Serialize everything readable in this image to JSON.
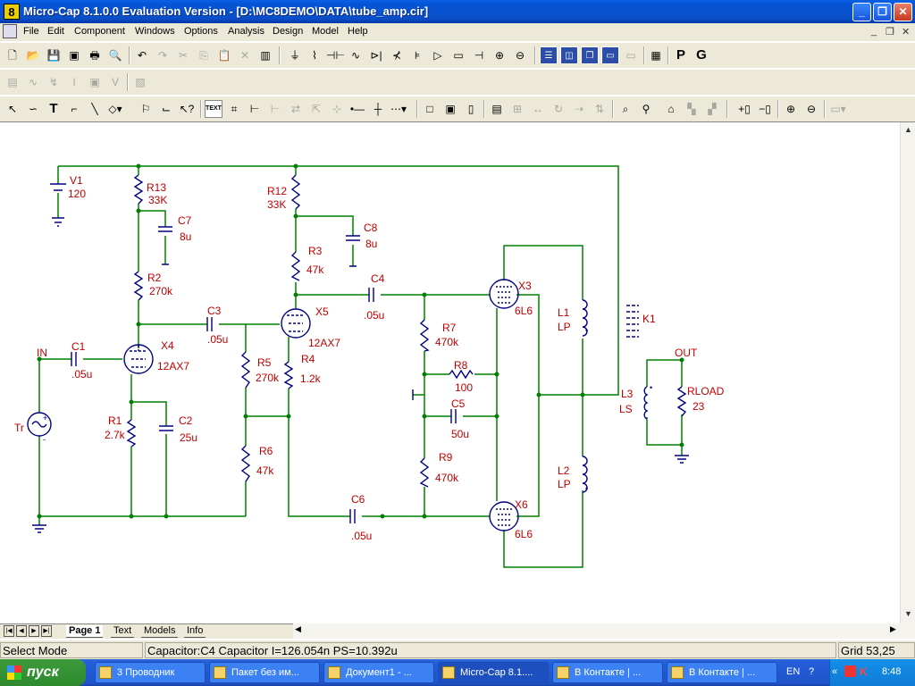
{
  "window": {
    "title": "Micro-Cap 8.1.0.0 Evaluation Version - [D:\\MC8DEMO\\DATA\\tube_amp.cir]",
    "app_icon": "8",
    "min_label": "_",
    "max_label": "❐",
    "close_label": "✕"
  },
  "menu": {
    "items": [
      "File",
      "Edit",
      "Component",
      "Windows",
      "Options",
      "Analysis",
      "Design",
      "Model",
      "Help"
    ],
    "mdi_min": "_",
    "mdi_restore": "❐",
    "mdi_close": "✕"
  },
  "toolbar": {
    "text_mode_label": "TEXT",
    "p_label": "P",
    "g_label": "G"
  },
  "schematic": {
    "wire_color": "#008000",
    "component_color": "#000080",
    "label_color": "#c00000",
    "components": [
      {
        "id": "v1",
        "name": "V1",
        "value": "120"
      },
      {
        "id": "r13",
        "name": "R13",
        "value": "33K"
      },
      {
        "id": "c7",
        "name": "C7",
        "value": "8u"
      },
      {
        "id": "r2",
        "name": "R2",
        "value": "270k"
      },
      {
        "id": "c3",
        "name": "C3",
        "value": ".05u"
      },
      {
        "id": "r12",
        "name": "R12",
        "value": "33K"
      },
      {
        "id": "c8",
        "name": "C8",
        "value": "8u"
      },
      {
        "id": "r3",
        "name": "R3",
        "value": "47k"
      },
      {
        "id": "c4",
        "name": "C4",
        "value": ".05u"
      },
      {
        "id": "x5",
        "name": "X5",
        "value": "12AX7"
      },
      {
        "id": "x4",
        "name": "X4",
        "value": "12AX7"
      },
      {
        "id": "c1",
        "name": "C1",
        "value": ".05u"
      },
      {
        "id": "r5",
        "name": "R5",
        "value": "270k"
      },
      {
        "id": "r4",
        "name": "R4",
        "value": "1.2k"
      },
      {
        "id": "r7",
        "name": "R7",
        "value": "470k"
      },
      {
        "id": "r8",
        "name": "R8",
        "value": "100"
      },
      {
        "id": "c5",
        "name": "C5",
        "value": "50u"
      },
      {
        "id": "r1",
        "name": "R1",
        "value": "2.7k"
      },
      {
        "id": "c2",
        "name": "C2",
        "value": "25u"
      },
      {
        "id": "r6",
        "name": "R6",
        "value": "47k"
      },
      {
        "id": "r9",
        "name": "R9",
        "value": "470k"
      },
      {
        "id": "c6",
        "name": "C6",
        "value": ".05u"
      },
      {
        "id": "x3",
        "name": "X3",
        "value": "6L6"
      },
      {
        "id": "x6",
        "name": "X6",
        "value": "6L6"
      },
      {
        "id": "l1",
        "name": "L1",
        "value": "LP"
      },
      {
        "id": "l2",
        "name": "L2",
        "value": "LP"
      },
      {
        "id": "l3",
        "name": "L3",
        "value": "LS"
      },
      {
        "id": "k1",
        "name": "K1",
        "value": ""
      },
      {
        "id": "rload",
        "name": "RLOAD",
        "value": "23"
      }
    ],
    "source_label": "Tr",
    "in_label": "IN",
    "out_label": "OUT"
  },
  "tabs": [
    "Page 1",
    "Text",
    "Models",
    "Info"
  ],
  "status": {
    "mode": "Select Mode",
    "info": "Capacitor:C4 Capacitor  I=126.054n PS=10.392u",
    "grid": "Grid 53,25"
  },
  "taskbar": {
    "start": "пуск",
    "tasks": [
      {
        "label": "3 Проводник",
        "active": false
      },
      {
        "label": "Пакет без им...",
        "active": false
      },
      {
        "label": "Документ1 - ...",
        "active": false
      },
      {
        "label": "Micro-Cap 8.1....",
        "active": true
      },
      {
        "label": "В Контакте | ...",
        "active": false
      },
      {
        "label": "В Контакте | ...",
        "active": false
      }
    ],
    "lang": "EN",
    "time": "8:48"
  }
}
